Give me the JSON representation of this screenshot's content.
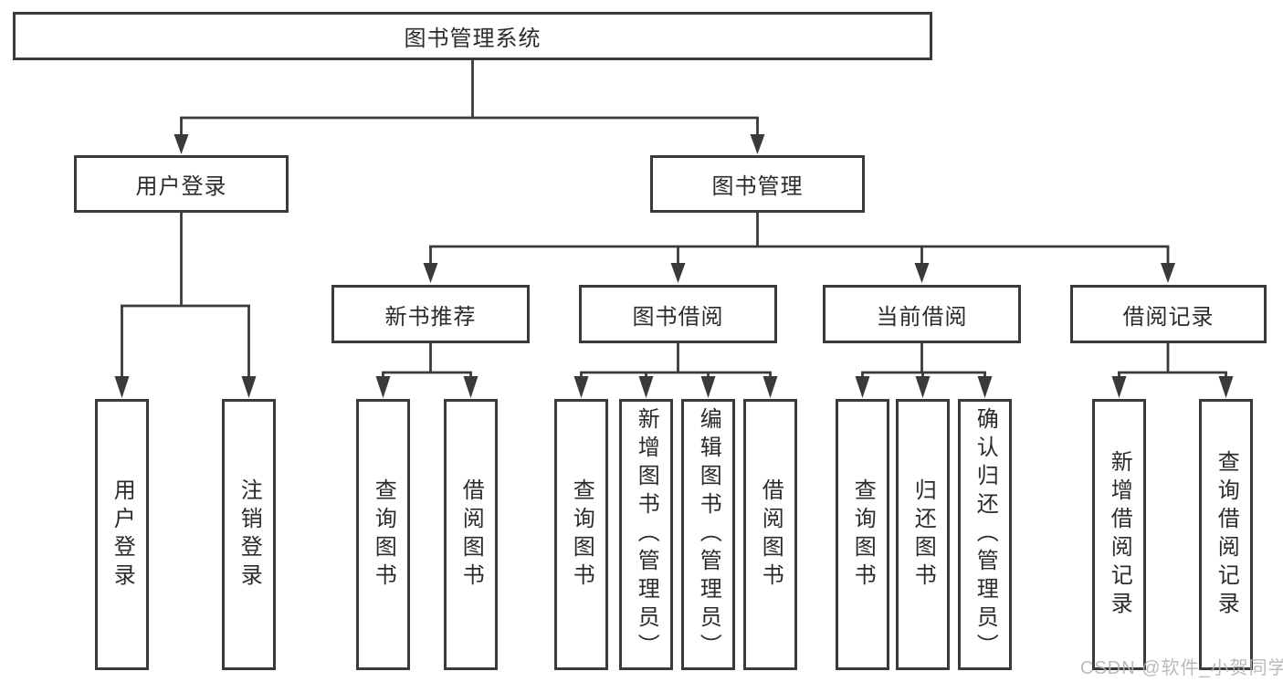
{
  "diagram": {
    "root": "图书管理系统",
    "branches": [
      {
        "label": "用户登录",
        "leaves": [
          "用户登录",
          "注销登录"
        ]
      },
      {
        "label": "图书管理",
        "groups": [
          {
            "label": "新书推荐",
            "leaves": [
              "查询图书",
              "借阅图书"
            ]
          },
          {
            "label": "图书借阅",
            "leaves": [
              "查询图书",
              "新增图书（管理员）",
              "编辑图书（管理员）",
              "借阅图书"
            ]
          },
          {
            "label": "当前借阅",
            "leaves": [
              "查询图书",
              "归还图书",
              "确认归还（管理员）"
            ]
          },
          {
            "label": "借阅记录",
            "leaves": [
              "新增借阅记录",
              "查询借阅记录"
            ]
          }
        ]
      }
    ]
  },
  "watermark": {
    "text": "CSDN @软件_小贺同学"
  },
  "colors": {
    "line": "#3a3a3a",
    "text": "#2b2b2b",
    "watermark": "#b3b3b3",
    "background": "#ffffff"
  }
}
